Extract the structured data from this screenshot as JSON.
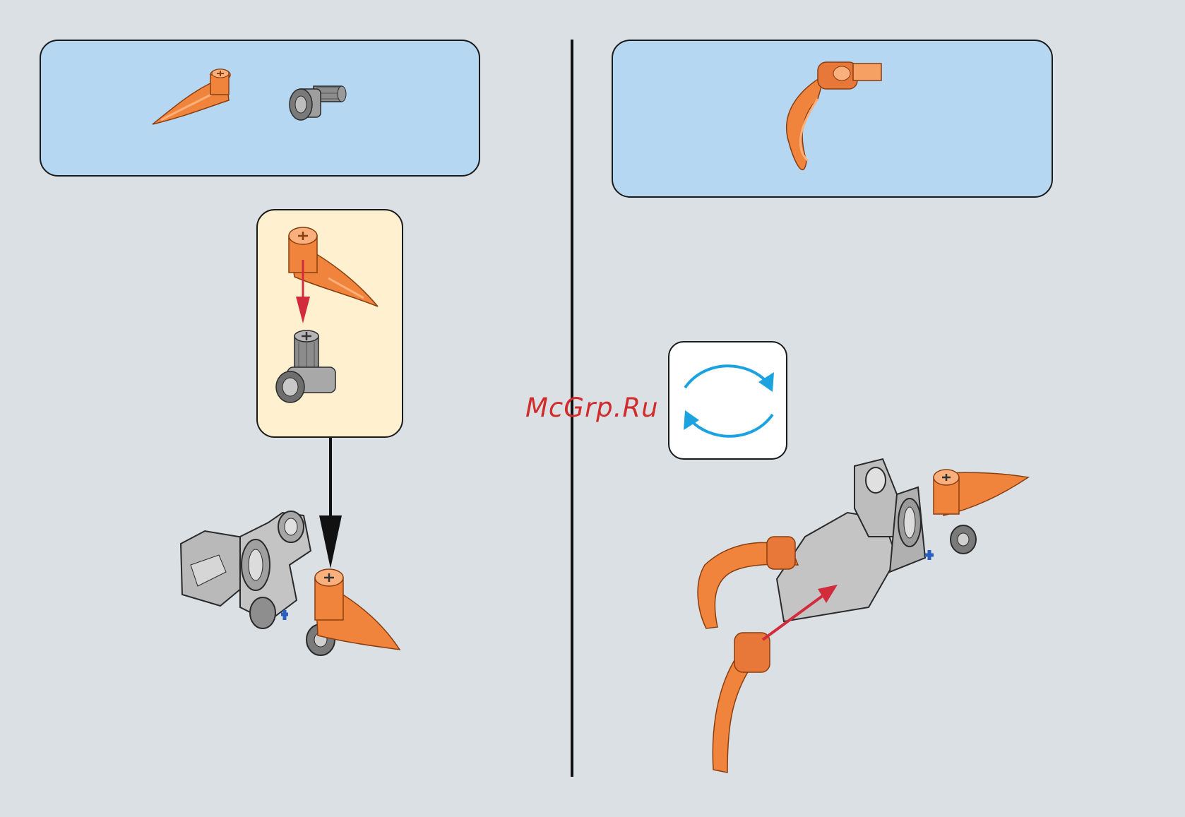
{
  "step_left": {
    "parts_list": [
      "orange-tooth-piece",
      "gray-axle-connector"
    ]
  },
  "step_right": {
    "parts_list": [
      "orange-claw-piece"
    ],
    "rotate_icon": "rotate-model-icon"
  },
  "watermark": "McGrp.Ru",
  "colors": {
    "background": "#dbe0e4",
    "parts_box": "#b5d7f2",
    "subassembly_box": "#fff0cf",
    "part_orange": "#f0843c",
    "part_gray": "#a8a8a8",
    "arrow_red": "#d22b3c",
    "rotate_blue": "#1aa3e0"
  }
}
